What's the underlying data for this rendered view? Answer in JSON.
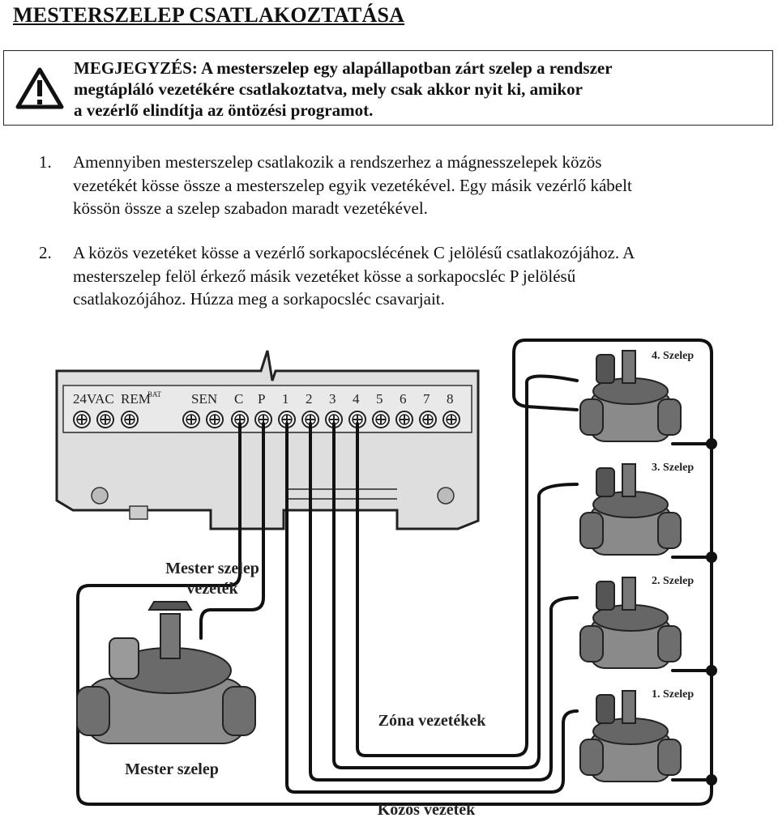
{
  "title": "MESTERSZELEP CSATLAKOZTATÁSA",
  "note": {
    "lines": [
      "MEGJEGYZÉS: A mesterszelep egy alapállapotban zárt szelep a rendszer",
      "megtápláló vezetékére csatlakoztatva, mely csak akkor nyit ki, amikor",
      "a vezérlő elindítja az öntözési programot."
    ],
    "icon": "warning-icon"
  },
  "steps": [
    {
      "number": "1.",
      "lines": [
        "Amennyiben mesterszelep csatlakozik a rendszerhez a mágnesszelepek közös",
        "vezetékét kösse össze a mesterszelep egyik vezetékével. Egy másik vezérlő kábelt",
        "kössön össze a szelep szabadon maradt vezetékével."
      ]
    },
    {
      "number": "2.",
      "lines": [
        "A közös vezetéket kösse a vezérlő sorkapocslécének C jelölésű csatlakozójához. A",
        "mesterszelep felöl érkező másik vezetéket kösse a sorkapocsléc P jelölésű",
        "csatlakozójához. Húzza meg a sorkapocsléc csavarjait."
      ]
    }
  ],
  "diagram": {
    "terminals": [
      "24VAC",
      "REM",
      "BAT",
      "SEN",
      "C",
      "P",
      "1",
      "2",
      "3",
      "4",
      "5",
      "6",
      "7",
      "8"
    ],
    "master_valve_wire_label": [
      "Mester szelep",
      "vezeték"
    ],
    "master_valve_label": "Mester szelep",
    "zone_wires_label": "Zóna vezetékek",
    "common_wire_label": "Közös vezeték",
    "valve_labels": [
      "4. Szelep",
      "3. Szelep",
      "2. Szelep",
      "1. Szelep"
    ]
  }
}
